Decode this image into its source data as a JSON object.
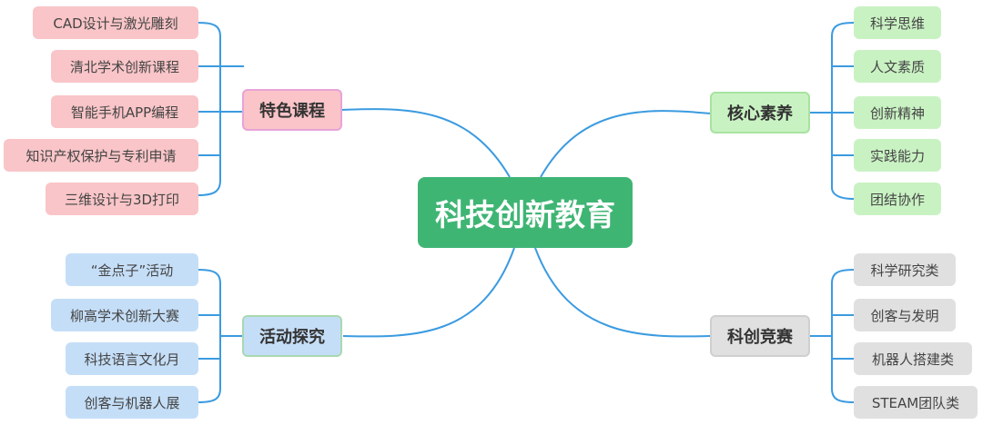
{
  "root": "科技创新教育",
  "colors": {
    "root": "#3fb574",
    "line": "#3b9be0",
    "pink": "#f9c5c8",
    "green": "#c9f2c3",
    "blue": "#c5def7",
    "grey": "#e0e0e0"
  },
  "branches": {
    "special_courses": {
      "label": "特色课程",
      "items": [
        "CAD设计与激光雕刻",
        "清北学术创新课程",
        "智能手机APP编程",
        "知识产权保护与专利申请",
        "三维设计与3D打印"
      ]
    },
    "core_literacy": {
      "label": "核心素养",
      "items": [
        "科学思维",
        "人文素质",
        "创新精神",
        "实践能力",
        "团结协作"
      ]
    },
    "activities": {
      "label": "活动探究",
      "items": [
        "“金点子”活动",
        "柳高学术创新大赛",
        "科技语言文化月",
        "创客与机器人展"
      ]
    },
    "competitions": {
      "label": "科创竞赛",
      "items": [
        "科学研究类",
        "创客与发明",
        "机器人搭建类",
        "STEAM团队类"
      ]
    }
  }
}
